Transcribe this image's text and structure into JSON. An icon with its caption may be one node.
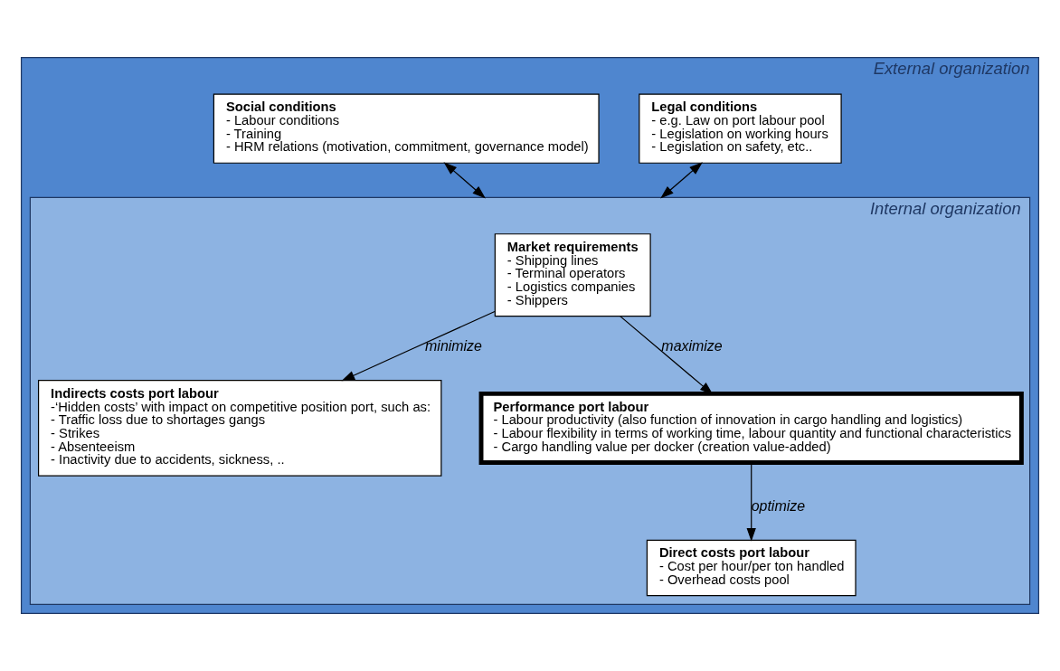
{
  "diagram": {
    "nodes": [
      {
        "text": [
          "External organization"
        ]
      },
      {
        "text": [
          "Internal organization"
        ],
        "in": 0
      },
      {
        "text": [
          "Market requirements",
          "- Shipping lines",
          "- Terminal operators",
          "- Logistics companies",
          "- Shippers"
        ],
        "in": 1
      },
      {
        "text": [
          "Indirects costs port labour",
          "-‘Hidden costs’ with impact on competitive position port, such as:",
          "- Traffic loss due to shortages gangs",
          "- Strikes",
          "- Absenteeism",
          "- Inactivity due to accidents, sickness, .."
        ],
        "in": 1
      },
      {
        "text": [
          "Direct costs port labour",
          "- Cost per hour/per ton handled",
          "- Overhead costs pool"
        ],
        "in": 1
      },
      {
        "text": [
          "Performance port labour",
          "- Labour productivity (also function of innovation in cargo handling and logistics)",
          "- Labour flexibility in terms of working time, labour quantity and functional characteristics",
          "- Cargo handling value per docker (creation value-added)"
        ],
        "in": 1
      },
      {
        "text": [
          "Legal conditions",
          "- e.g. Law on port labour pool",
          "- Legislation on working hours",
          "- Legislation on safety, etc.."
        ],
        "in": 0
      },
      {
        "text": [
          "Social conditions",
          "- Labour conditions",
          "- Training",
          "- HRM relations (motivation, commitment, governance model)"
        ],
        "in": 0
      }
    ],
    "edges": [
      {
        "from": 2,
        "to": 3,
        "arrow": "to",
        "label": "minimize"
      },
      {
        "from": 2,
        "to": 5,
        "arrow": "to",
        "label": "maximize"
      },
      {
        "from": 5,
        "to": 4,
        "arrow": "to",
        "label": "optimize"
      },
      {
        "from": 6,
        "to": 1,
        "arrow": "both"
      },
      {
        "from": 7,
        "to": 1,
        "arrow": "both"
      }
    ]
  }
}
